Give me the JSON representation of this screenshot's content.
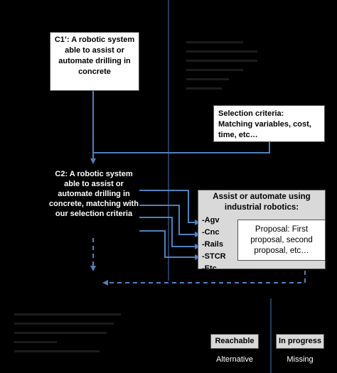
{
  "colors": {
    "arrow": "#4f81bd",
    "divider": "#2e4f7a",
    "background": "#000000"
  },
  "c1": {
    "id": "C1’",
    "text": ": A robotic system able to assist or automate drilling in concrete"
  },
  "selection": {
    "title": "Selection criteria:",
    "body": "Matching variables, cost, time, etc…"
  },
  "c2": {
    "id": "C2",
    "text": ": A robotic system able to assist or automate drilling in concrete, matching with our selection criteria"
  },
  "assist": {
    "title": "Assist or automate using industrial robotics:",
    "items": [
      "-Agv",
      "-Cnc",
      "-Rails",
      "-STCR",
      "-Etc…"
    ]
  },
  "proposal": {
    "text": "Proposal: First proposal, second proposal, etc…"
  },
  "status": {
    "reachable_label": "Reachable",
    "alternative_label": "Alternative",
    "in_progress_label": "In progress",
    "missing_label": "Missing"
  }
}
